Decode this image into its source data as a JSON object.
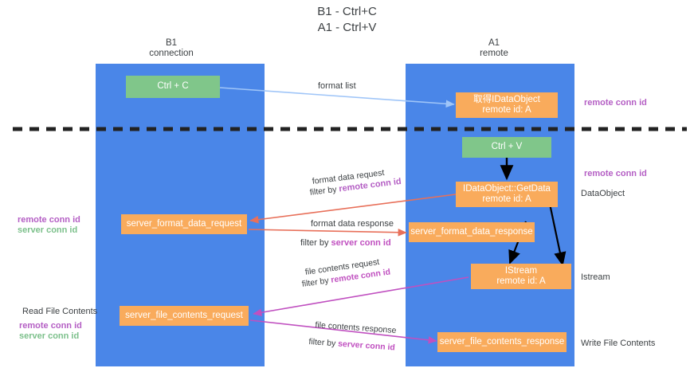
{
  "title": {
    "line1": "B1 - Ctrl+C",
    "line2": "A1 - Ctrl+V"
  },
  "columns": [
    {
      "name": "B1",
      "role": "connection"
    },
    {
      "name": "A1",
      "role": "remote"
    }
  ],
  "boxes": {
    "ctrl_c": "Ctrl + C",
    "ctrl_v": "Ctrl + V",
    "idataobject_title": "取得IDataObject",
    "idataobject_sub": "remote id: A",
    "getdata_title": "IDataObject::GetData",
    "getdata_sub": "remote id: A",
    "istream_title": "IStream",
    "istream_sub": "remote id: A",
    "server_format_data_request": "server_format_data_request",
    "server_format_data_response": "server_format_data_response",
    "server_file_contents_request": "server_file_contents_request",
    "server_file_contents_response": "server_file_contents_response"
  },
  "edge_labels": {
    "format_list": "format list",
    "format_data_request": "format data request",
    "format_data_request_filter_prefix": "filter by ",
    "format_data_request_filter_key": "remote conn id",
    "format_data_response": "format data response",
    "format_data_response_filter_prefix": "filter by ",
    "format_data_response_filter_key": "server conn id",
    "file_contents_request": "file contents request",
    "file_contents_request_filter_prefix": "filter by ",
    "file_contents_request_filter_key": "remote conn id",
    "file_contents_response": "file contents response",
    "file_contents_response_filter_prefix": "filter by ",
    "file_contents_response_filter_key": "server conn id"
  },
  "side_labels": {
    "right_remote_conn_id_top": "remote conn id",
    "right_remote_conn_id_mid": "remote conn id",
    "dataobject": "DataObject",
    "istream": "Istream",
    "write_file_contents": "Write File Contents",
    "left_remote_conn_id": "remote conn id",
    "left_server_conn_id": "server conn id",
    "read_file_contents": "Read File Contents",
    "left_remote_conn_id_2": "remote conn id",
    "left_server_conn_id_2": "server conn id"
  },
  "colors": {
    "lane": "#4a86e8",
    "green_box": "#80c68a",
    "orange_box": "#f9ab5c",
    "purple": "#b45ec4",
    "green_text": "#7cc08b",
    "magenta": "#c050c0",
    "arrow_lightblue": "#9fc5f8",
    "arrow_red": "#e8705a",
    "arrow_magenta": "#c050c0",
    "arrow_black": "#000000",
    "divider": "#222222"
  }
}
